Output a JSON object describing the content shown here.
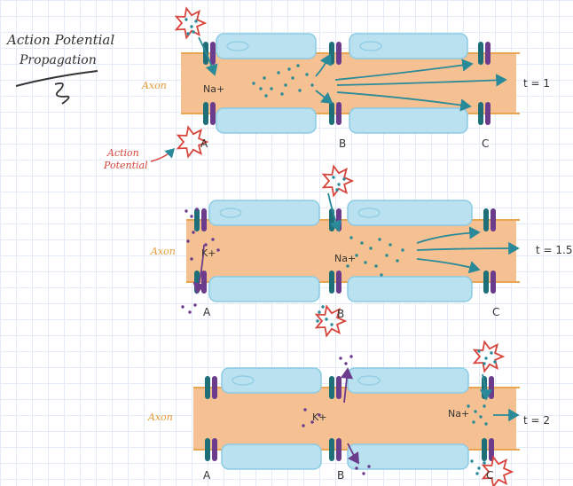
{
  "title": {
    "line1": "Action Potential",
    "line2": "Propagation"
  },
  "axon_label": "Axon",
  "action_potential_label": {
    "line1": "Action",
    "line2": "Potential"
  },
  "colors": {
    "axon_fill": "#f6c192",
    "axon_edge": "#e9a552",
    "myelin_fill": "#b9e1ef",
    "myelin_edge": "#8ccbe3",
    "channel_teal": "#1f6f78",
    "channel_purple": "#6b3b8c",
    "ion_teal": "#2a8a99",
    "spark_red": "#d8453c",
    "label_orange": "#e39a3a",
    "text_dark": "#333333"
  },
  "panels": [
    {
      "time_label": "t = 1",
      "node_labels": [
        "A",
        "B",
        "C"
      ],
      "ion_labels": [
        "Na+"
      ]
    },
    {
      "time_label": "t = 1.5",
      "node_labels": [
        "A",
        "B",
        "C"
      ],
      "ion_labels": [
        "K+",
        "Na+"
      ]
    },
    {
      "time_label": "t = 2",
      "node_labels": [
        "A",
        "B",
        "C"
      ],
      "ion_labels": [
        "K+",
        "Na+"
      ]
    }
  ]
}
